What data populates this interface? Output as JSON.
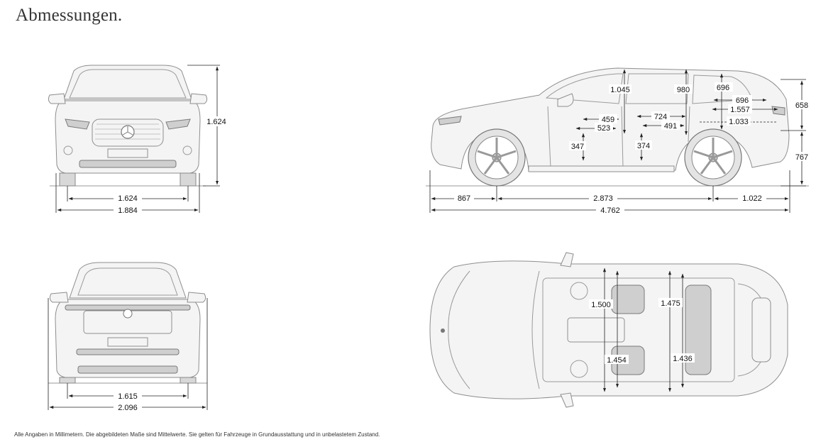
{
  "title": "Abmessungen.",
  "footnote": "Alle Angaben in Millimetern. Die abgebildeten Maße sind Mittelwerte. Sie gelten für Fahrzeuge in Grundausstattung und in unbelastetem Zustand.",
  "front_view": {
    "height": "1.624",
    "track_front": "1.624",
    "width": "1.884"
  },
  "rear_view": {
    "track_rear": "1.615",
    "width_mirrors": "2.096"
  },
  "side_view": {
    "front_overhang": "867",
    "wheelbase": "2.873",
    "rear_overhang": "1.022",
    "length": "4.762",
    "headroom_front": "1.045",
    "headroom_rear": "980",
    "boot_height": "696",
    "boot_depth_top": "696",
    "boot_length_1": "1.557",
    "boot_length_2": "1.033",
    "legroom_front_a": "459",
    "legroom_front_b": "523",
    "legroom_rear_a": "724",
    "legroom_rear_b": "491",
    "seat_height_front": "347",
    "seat_height_rear": "374",
    "rear_height_upper": "658",
    "rear_height_lower": "767"
  },
  "top_view": {
    "shoulder_front": "1.500",
    "shoulder_rear": "1.475",
    "elbow_front": "1.454",
    "elbow_rear": "1.436"
  }
}
